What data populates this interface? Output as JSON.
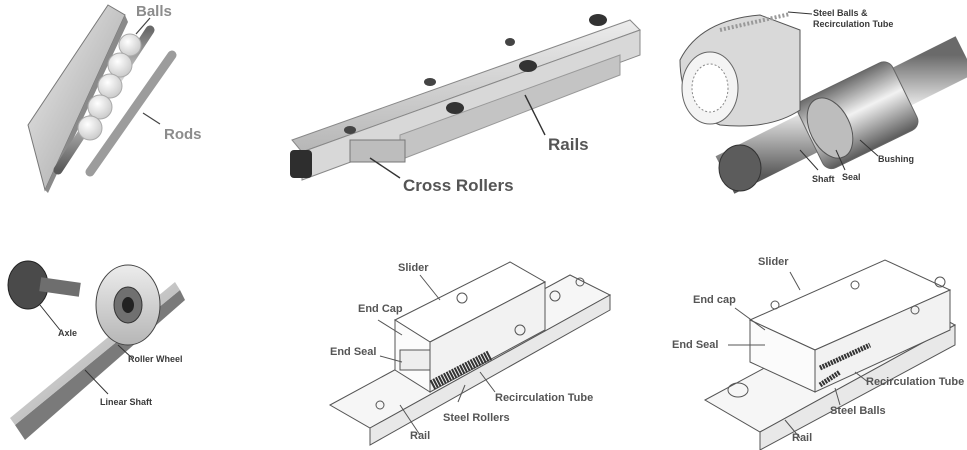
{
  "panels": {
    "linear_ball": {
      "balls": "Balls",
      "rods": "Rods"
    },
    "cross_roller": {
      "rails": "Rails",
      "cross_rollers": "Cross Rollers"
    },
    "ball_bushing": {
      "steel_balls": "Steel Balls &",
      "recirc_tube": "Recirculation Tube",
      "shaft": "Shaft",
      "seal": "Seal",
      "bushing": "Bushing"
    },
    "roller_wheel": {
      "axle": "Axle",
      "roller_wheel": "Roller Wheel",
      "linear_shaft": "Linear Shaft"
    },
    "roller_guide": {
      "slider": "Slider",
      "end_cap": "End Cap",
      "end_seal": "End Seal",
      "steel_rollers": "Steel Rollers",
      "recirculation_tube": "Recirculation Tube",
      "rail": "Rail"
    },
    "ball_guide": {
      "slider": "Slider",
      "end_cap": "End cap",
      "end_seal": "End Seal",
      "recirculation_tube": "Recirculation Tube",
      "steel_balls": "Steel Balls",
      "rail": "Rail"
    }
  },
  "colors": {
    "label_dark": "#3a3a3a",
    "label_light": "#8c8c8c",
    "metal": "#cfcfcf",
    "outline": "#555555"
  }
}
